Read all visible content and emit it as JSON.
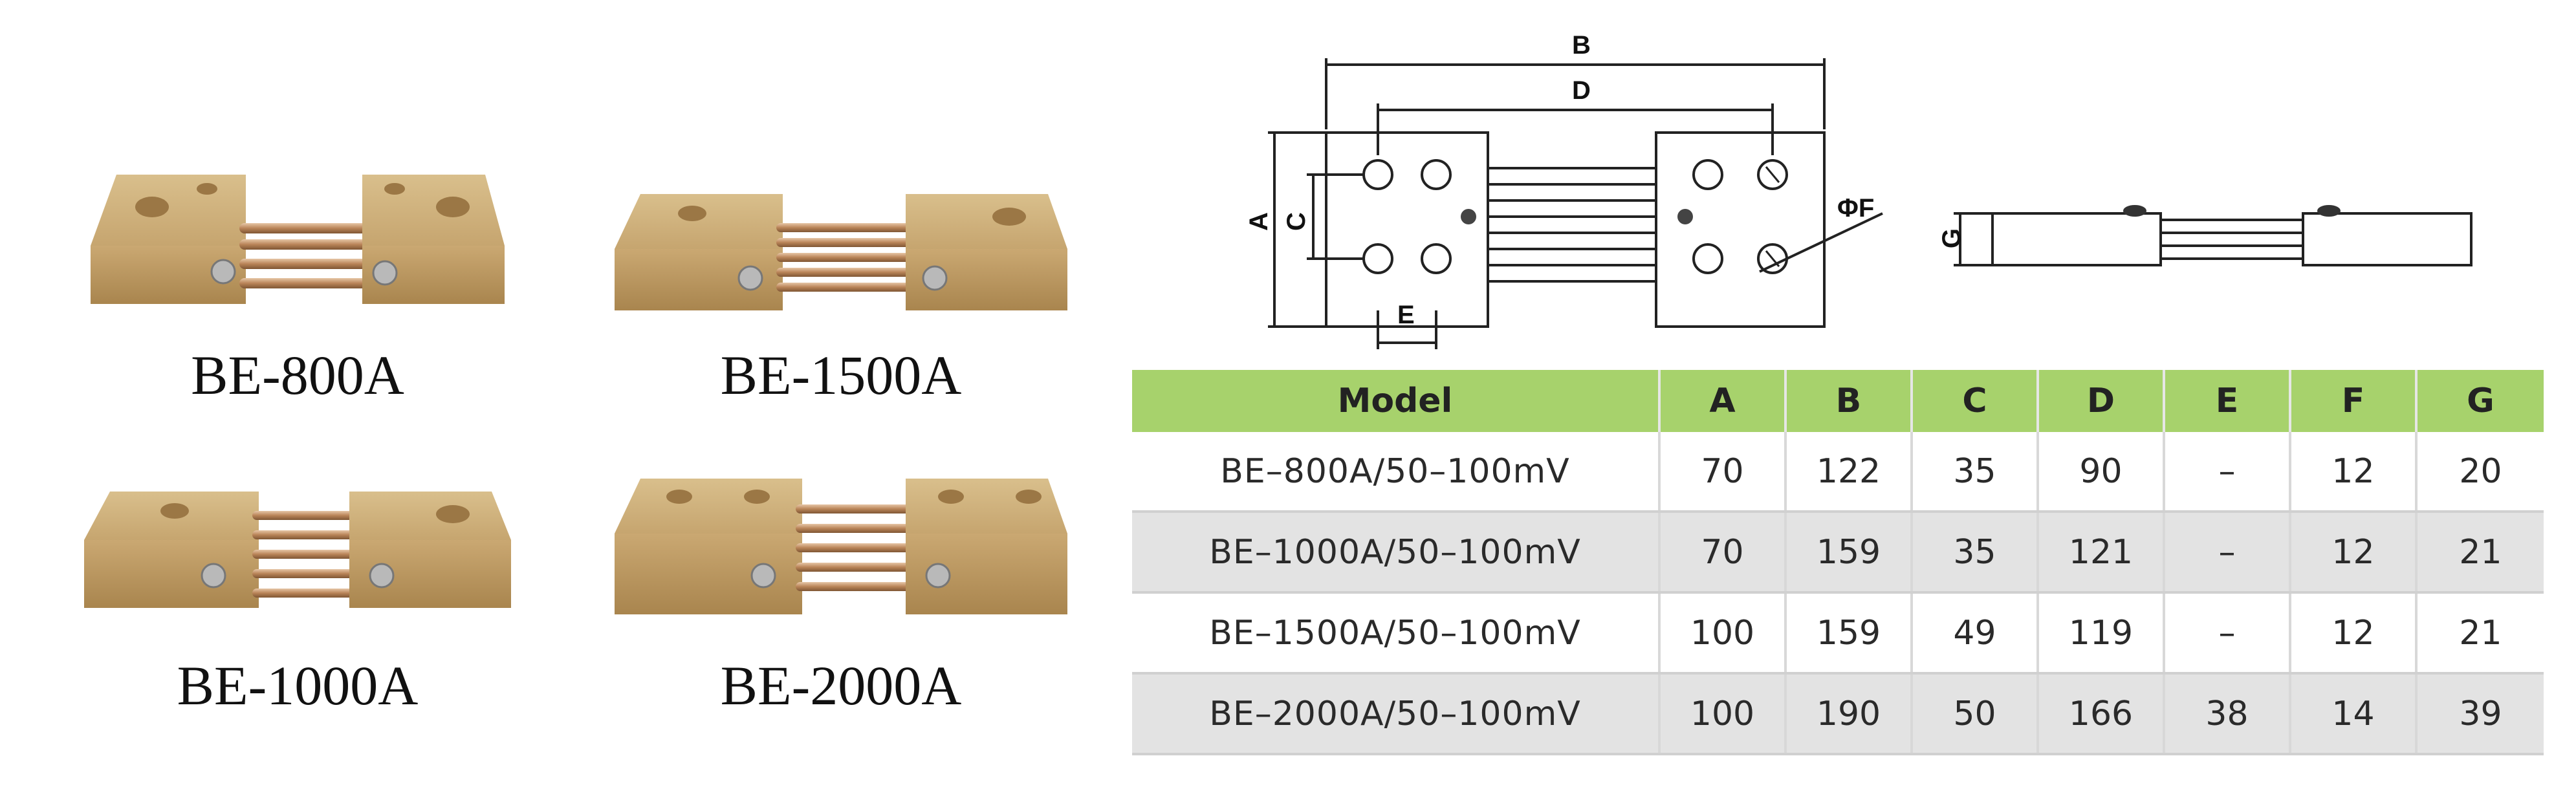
{
  "products": [
    {
      "label": "BE-800A"
    },
    {
      "label": "BE-1500A"
    },
    {
      "label": "BE-1000A"
    },
    {
      "label": "BE-2000A"
    }
  ],
  "drawing": {
    "labels": {
      "a": "A",
      "b": "B",
      "c": "C",
      "d": "D",
      "e": "E",
      "f": "ΦF",
      "g": "G"
    }
  },
  "spec_table": {
    "headers": [
      "Model",
      "A",
      "B",
      "C",
      "D",
      "E",
      "F",
      "G"
    ],
    "rows": [
      [
        "BE–800A/50–100mV",
        "70",
        "122",
        "35",
        "90",
        "–",
        "12",
        "20"
      ],
      [
        "BE–1000A/50–100mV",
        "70",
        "159",
        "35",
        "121",
        "–",
        "12",
        "21"
      ],
      [
        "BE–1500A/50–100mV",
        "100",
        "159",
        "49",
        "119",
        "–",
        "12",
        "21"
      ],
      [
        "BE–2000A/50–100mV",
        "100",
        "190",
        "50",
        "166",
        "38",
        "14",
        "39"
      ]
    ]
  },
  "colors": {
    "header_bg": "#a7d26c",
    "alt_row_bg": "#e3e3e3",
    "brass": "#c9a36a"
  }
}
